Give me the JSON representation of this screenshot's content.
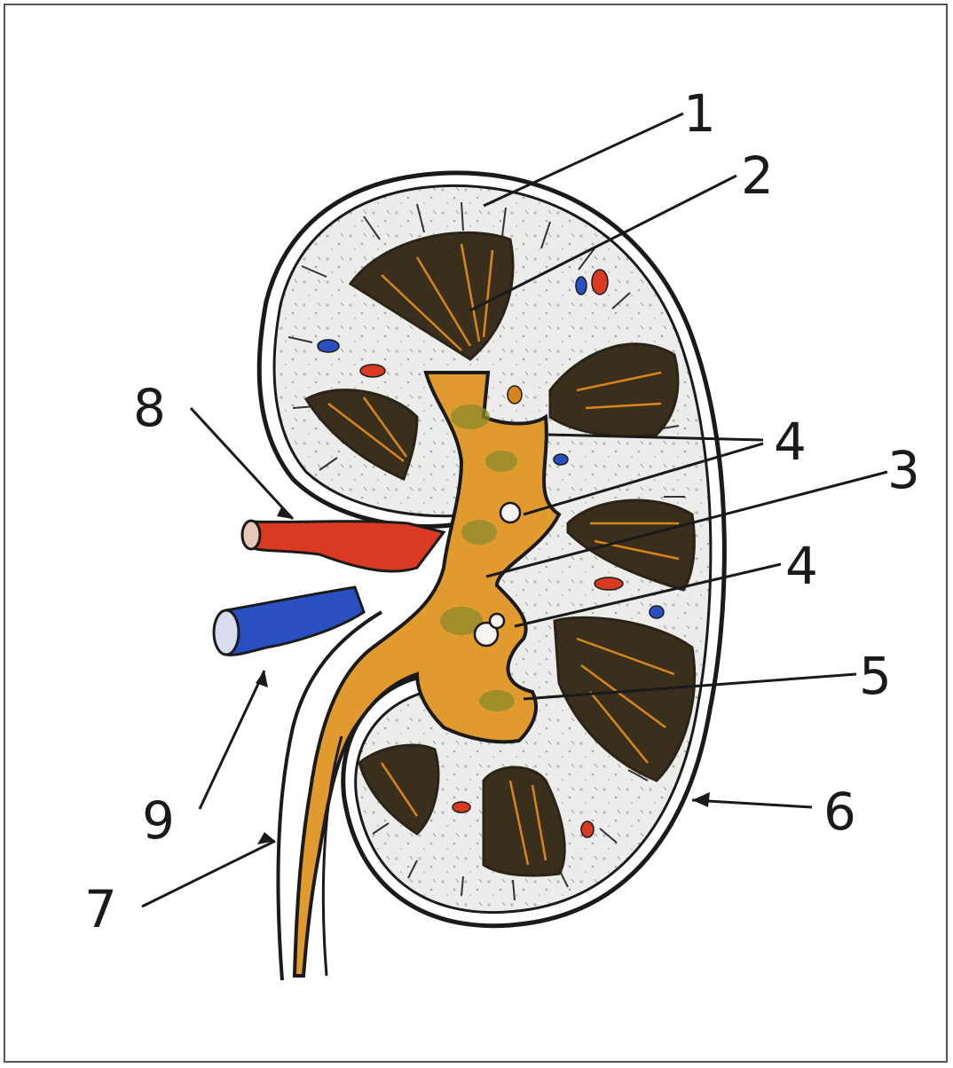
{
  "colors": {
    "capsule": "#1a1a1a",
    "cortex": "#e6e6e4",
    "pyramid_dark": "#2a2418",
    "pyramid_orange": "#d8861c",
    "pelvis_fill": "#e09a2e",
    "pelvis_green": "#8a8a2a",
    "artery": "#d83a22",
    "vein": "#2a4fc0",
    "ureter": "#ececec"
  },
  "labels": [
    {
      "id": "1",
      "text": "1"
    },
    {
      "id": "2",
      "text": "2"
    },
    {
      "id": "3",
      "text": "3"
    },
    {
      "id": "4a",
      "text": "4"
    },
    {
      "id": "4b",
      "text": "4"
    },
    {
      "id": "5",
      "text": "5"
    },
    {
      "id": "6",
      "text": "6"
    },
    {
      "id": "7",
      "text": "7"
    },
    {
      "id": "8",
      "text": "8"
    },
    {
      "id": "9",
      "text": "9"
    }
  ]
}
